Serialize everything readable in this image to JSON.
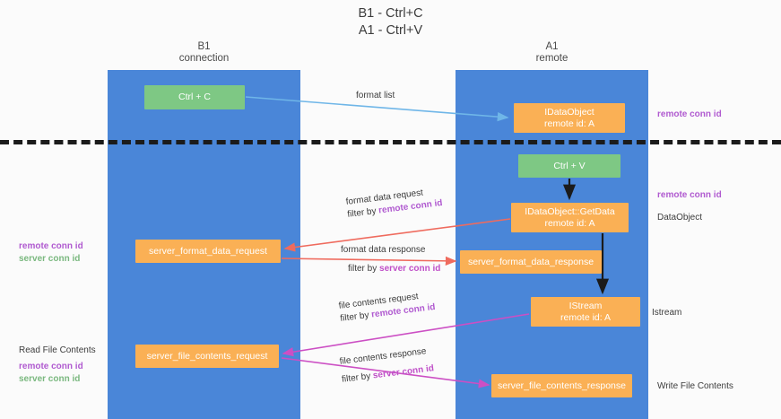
{
  "title": "B1 - Ctrl+C\nA1 - Ctrl+V",
  "columns": {
    "left": {
      "name": "B1",
      "role": "connection",
      "header": "B1\nconnection"
    },
    "right": {
      "name": "A1",
      "role": "remote",
      "header": "A1\nremote"
    }
  },
  "nodes": {
    "ctrl_c": "Ctrl + C",
    "idataobject": "IDataObject\nremote id: A",
    "ctrl_v": "Ctrl + V",
    "getdata": "IDataObject::GetData\nremote id: A",
    "server_format_data_request": "server_format_data_request",
    "server_format_data_response": "server_format_data_response",
    "istream": "IStream\nremote id: A",
    "server_file_contents_request": "server_file_contents_request",
    "server_file_contents_response": "server_file_contents_response"
  },
  "edge_labels": {
    "format_list": "format list",
    "format_data_request": "format data request",
    "format_data_request_filter_prefix": "filter by ",
    "format_data_request_filter_key": "remote conn id",
    "format_data_response": "format data response",
    "format_data_response_filter_prefix": "filter by ",
    "format_data_response_filter_key": "server conn id",
    "file_contents_request": "file contents request",
    "file_contents_request_filter_prefix": "filter by ",
    "file_contents_request_filter_key": "remote conn id",
    "file_contents_response": "file contents response",
    "file_contents_response_filter_prefix": "filter by ",
    "file_contents_response_filter_key": "server conn id"
  },
  "side_notes": {
    "left_remote_conn_id": "remote conn id",
    "left_server_conn_id": "server conn id",
    "read_file_contents": "Read File Contents",
    "left_bottom_remote_conn_id": "remote conn id",
    "left_bottom_server_conn_id": "server conn id",
    "right_remote_conn_id_top": "remote conn id",
    "right_remote_conn_id_mid": "remote conn id",
    "right_dataobject": "DataObject",
    "right_istream": "Istream",
    "right_write_file_contents": "Write File Contents"
  },
  "colors": {
    "band": "#4a86d8",
    "green_node": "#7ec884",
    "orange_node": "#fab055",
    "remote_conn_id": "#b05ad0",
    "server_conn_id_green": "#7ab87f",
    "server_conn_id_magenta": "#c050c8",
    "arrow_format_list": "#6fb6e8",
    "arrow_format_data": "#ef6b5e",
    "arrow_file_contents": "#cc4fc4",
    "arrow_black": "#1b1b1b",
    "divider": "#1b1b1b",
    "background": "#fbfbfb"
  }
}
